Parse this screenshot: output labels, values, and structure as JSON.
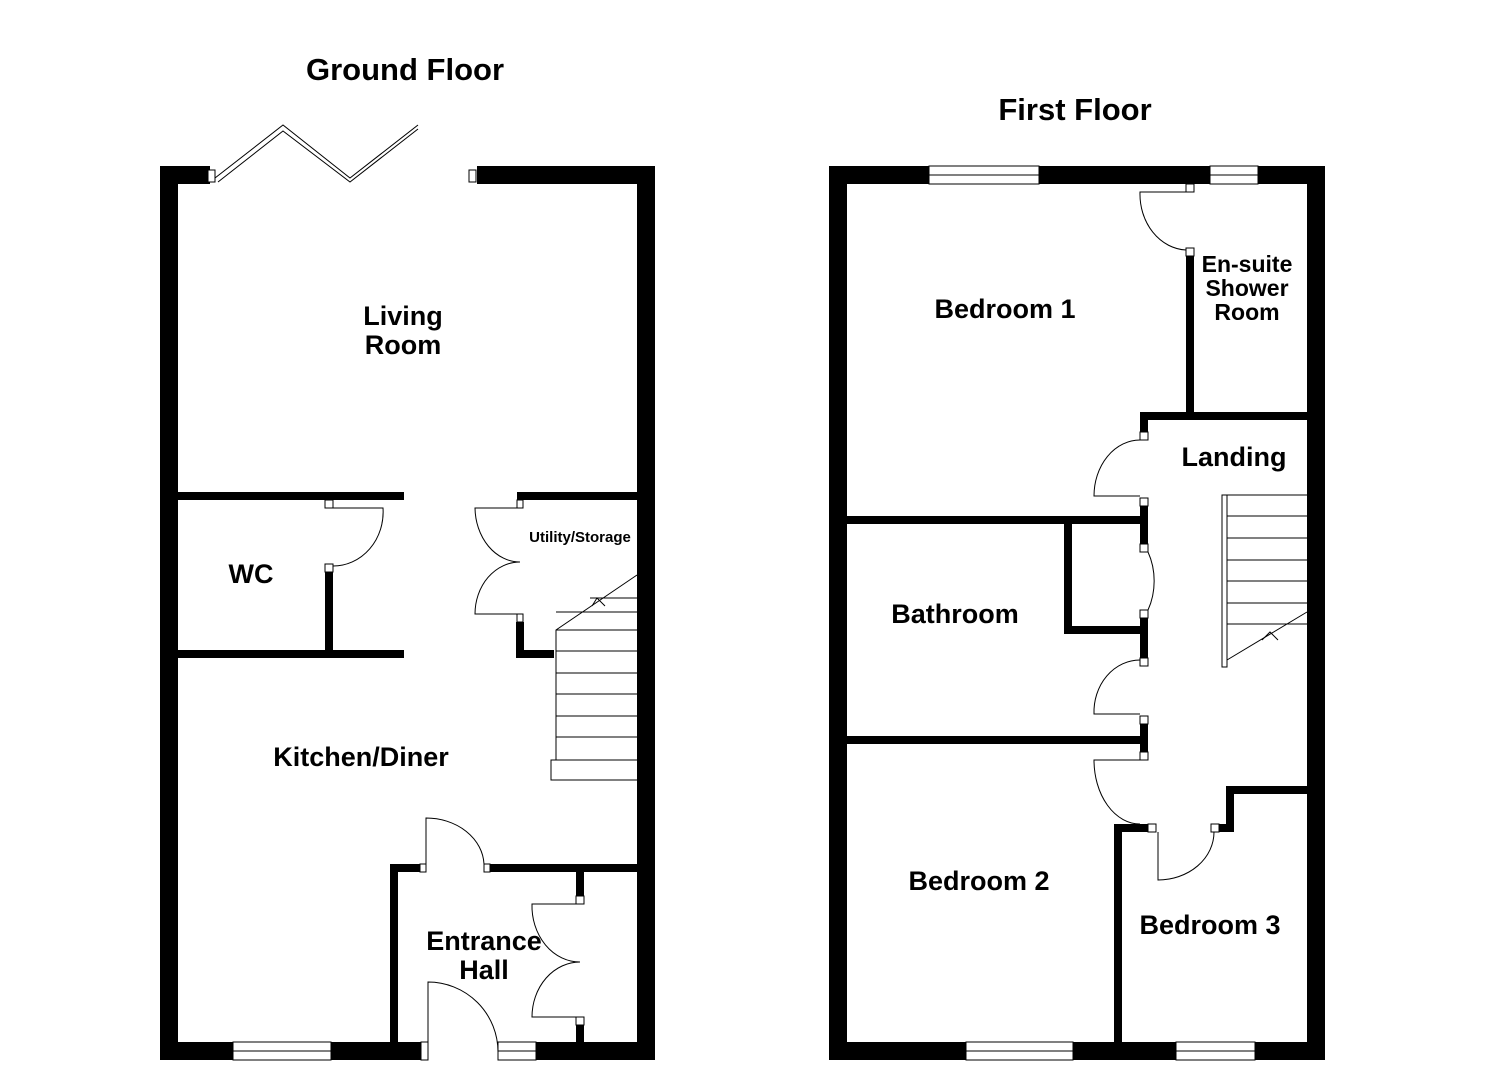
{
  "floors": {
    "ground": {
      "title": "Ground Floor",
      "rooms": {
        "living_room": [
          "Living",
          "Room"
        ],
        "wc": "WC",
        "utility": "Utility/Storage",
        "kitchen": "Kitchen/Diner",
        "entrance": [
          "Entrance",
          "Hall"
        ]
      }
    },
    "first": {
      "title": "First Floor",
      "rooms": {
        "bedroom1": "Bedroom 1",
        "ensuite": [
          "En-suite",
          "Shower",
          "Room"
        ],
        "landing": "Landing",
        "bathroom": "Bathroom",
        "bedroom2": "Bedroom 2",
        "bedroom3": "Bedroom 3"
      }
    }
  },
  "colors": {
    "wall": "#000000",
    "background": "#ffffff"
  }
}
